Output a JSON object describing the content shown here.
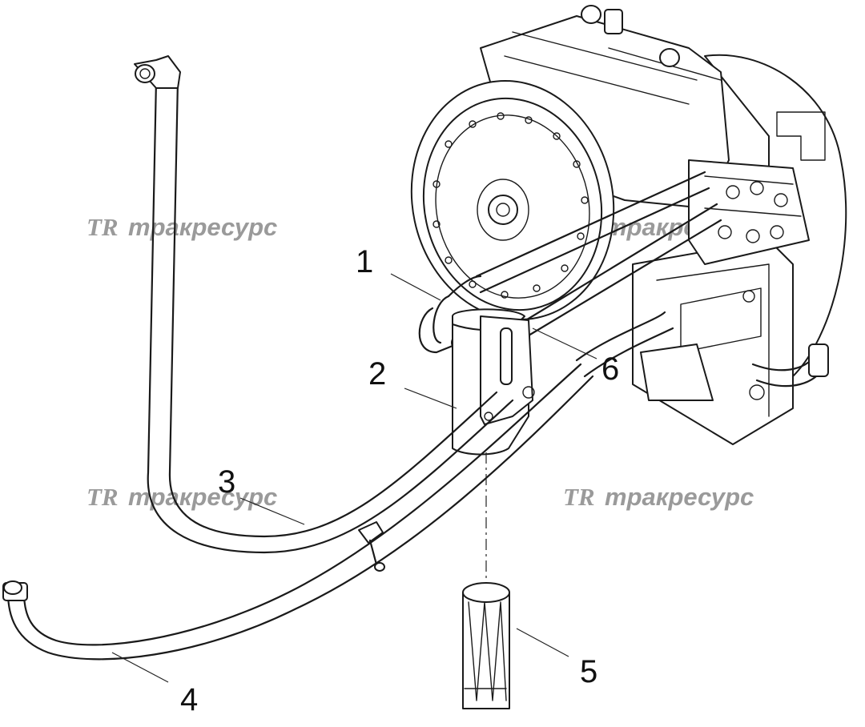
{
  "diagram": {
    "callouts": [
      {
        "label": "1"
      },
      {
        "label": "2"
      },
      {
        "label": "3"
      },
      {
        "label": "4"
      },
      {
        "label": "5"
      },
      {
        "label": "6"
      }
    ],
    "watermark": {
      "logo": "TR",
      "text": "тракресурс"
    },
    "colors": {
      "line": "#1a1a1a",
      "watermark": "#9a9a9a",
      "background": "#ffffff"
    }
  }
}
